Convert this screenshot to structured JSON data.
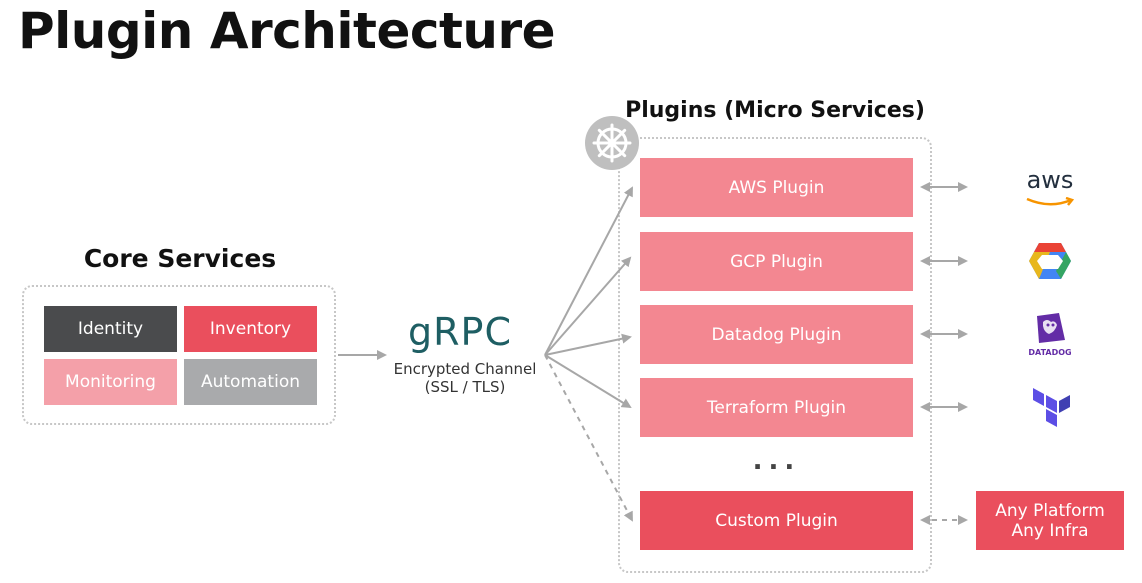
{
  "title": "Plugin Architecture",
  "core": {
    "title": "Core Services",
    "services": {
      "identity": "Identity",
      "inventory": "Inventory",
      "monitoring": "Monitoring",
      "automation": "Automation"
    }
  },
  "grpc": {
    "logo": "gRPC",
    "subtitle_line1": "Encrypted Channel",
    "subtitle_line2": "(SSL / TLS)"
  },
  "plugins": {
    "title": "Plugins (Micro Services)",
    "items": [
      "AWS Plugin",
      "GCP Plugin",
      "Datadog Plugin",
      "Terraform Plugin"
    ],
    "ellipsis": "...",
    "custom": "Custom Plugin"
  },
  "providers": {
    "aws": "aws",
    "datadog": "DATADOG",
    "any_line1": "Any Platform",
    "any_line2": "Any Infra"
  },
  "icons": {
    "kubernetes": "kubernetes-helm-icon",
    "gcp": "gcp-hexagon-icon",
    "datadog": "datadog-dog-icon",
    "terraform": "terraform-icon"
  },
  "colors": {
    "dark": "#4a4b4d",
    "red": "#ea4f5d",
    "pink": "#f38791",
    "light_pink": "#f4a0a9",
    "gray": "#a9aaac",
    "arrow": "#a7a7a7"
  }
}
